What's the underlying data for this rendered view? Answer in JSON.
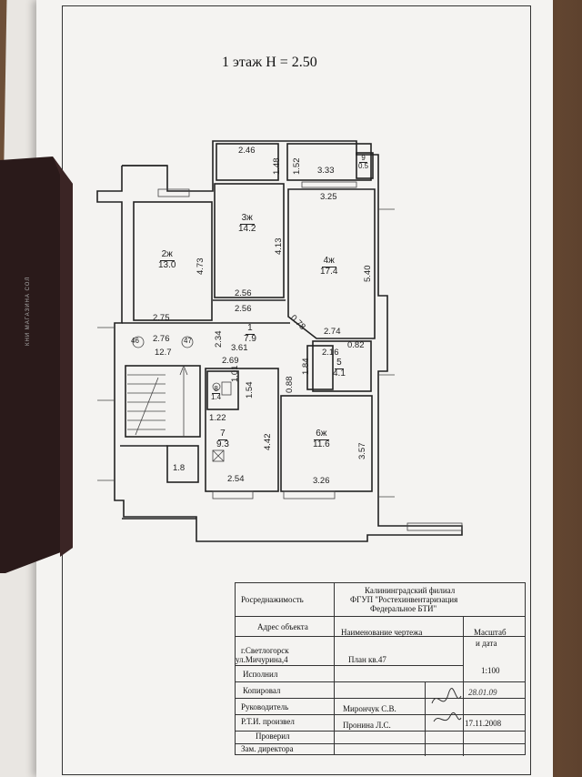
{
  "title": "1 этаж Н = 2.50",
  "binder_text": "КНИ МАГАЗИНА СОЛ",
  "rooms": [
    {
      "id": "r2",
      "num": "2ж",
      "area": "13.0"
    },
    {
      "id": "r3",
      "num": "3ж",
      "area": "14.2"
    },
    {
      "id": "r4",
      "num": "4ж",
      "area": "17.4"
    },
    {
      "id": "r1",
      "num": "1",
      "area": "7.9"
    },
    {
      "id": "r5",
      "num": "5",
      "area": "4.1"
    },
    {
      "id": "r7",
      "num": "7",
      "area": "9.3"
    },
    {
      "id": "r6",
      "num": "6ж",
      "area": "11.6"
    },
    {
      "id": "r9",
      "num": "9",
      "area": "0.5"
    },
    {
      "id": "r8",
      "num": "8",
      "area": "1.4"
    }
  ],
  "dims": {
    "d246": "2.46",
    "d148": "1.48",
    "d152": "1.52",
    "d333": "3.33",
    "d325": "3.25",
    "d473": "4.73",
    "d413": "4.13",
    "d540": "5.40",
    "d256a": "2.56",
    "d256b": "2.56",
    "d275": "2.75",
    "d274": "2.74",
    "d078": "0.78",
    "d276": "2.76",
    "d234": "2.34",
    "d361": "3.61",
    "d269": "2.69",
    "d216": "2.16",
    "d082": "0.82",
    "d154": "1.54",
    "d088": "0.88",
    "d184": "1.84",
    "d101": "1.01",
    "d122": "1.22",
    "d442": "4.42",
    "d357": "3.57",
    "d254": "2.54",
    "d326": "3.26",
    "d127": "12.7",
    "d18": "1.8",
    "ax46": "46",
    "ax47": "47"
  },
  "stamp": {
    "row1_left": "Росреднажимость",
    "row1_right_1": "Калининградский филиал",
    "row1_right_2": "ФГУП \"Ростехинвентаризация",
    "row1_right_3": "Федеральное БТИ\"",
    "addr_label": "Адрес объекта",
    "drawing_name_label": "Наименование чертежа",
    "scale_label_1": "Масштаб",
    "scale_label_2": "и дата",
    "addr_1": "г.Светлогорск",
    "addr_2": "ул.Мичурина,4",
    "plan_name": "План кв.47",
    "scale_value": "1:100",
    "performed": "Исполнил",
    "copied": "Копировал",
    "head": "Руководитель",
    "head_name": "Мирончук С.В.",
    "rti": "Р.Т.И. произвел",
    "rti_name": "Пронина Л.С.",
    "checked": "Проверил",
    "deputy": "Зам. директора",
    "date_signed": "28.01.09",
    "date_print": "17.11.2008"
  }
}
